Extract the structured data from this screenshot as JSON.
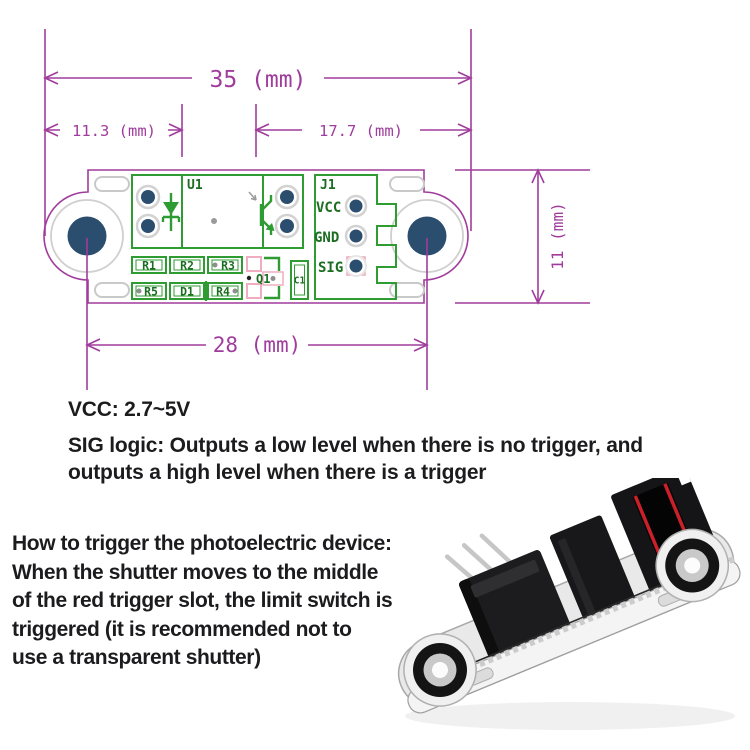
{
  "drawing": {
    "dims": {
      "overall_width": "35 (mm)",
      "left_offset": "11.3 (mm)",
      "right_offset": "17.7 (mm)",
      "hole_spacing": "28 (mm)",
      "board_height": "11 (mm)"
    },
    "silkscreen": {
      "u1": "U1",
      "j1": "J1",
      "pins": [
        "VCC",
        "GND",
        "SIG"
      ],
      "r1": "R1",
      "r2": "R2",
      "r3": "R3",
      "r4": "R4",
      "r5": "R5",
      "d1": "D1",
      "q1": "Q1",
      "c1": "C1"
    },
    "colors": {
      "dimension_magenta": "#a03c9c",
      "silk_green": "#2e9b33",
      "pad_navy": "#2b4d6e",
      "pad_ring_gray": "#d2d2d2",
      "pin1_pink": "#efadbf"
    }
  },
  "specs": {
    "vcc": "VCC: 2.7~5V",
    "sig_line1": "SIG logic: Outputs a low level when there is no trigger, and",
    "sig_line2": "outputs a high level when there is a trigger"
  },
  "instructions": {
    "line1": "How to trigger the photoelectric device:",
    "line2": "When the shutter moves to the middle",
    "line3": "of the red trigger slot, the limit switch is",
    "line4": "triggered (it is recommended not to",
    "line5": "use a transparent shutter)"
  },
  "photo": {
    "trigger_slot_color": "#c9202a"
  }
}
